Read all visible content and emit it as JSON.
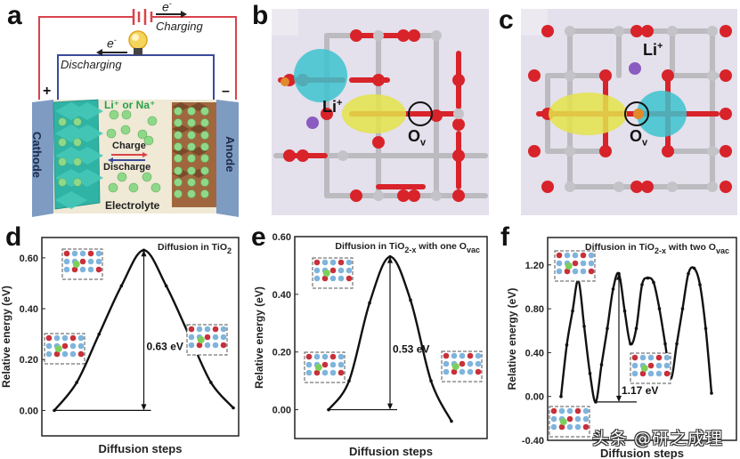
{
  "panels": {
    "a": {
      "label": "a",
      "charging_label": "Charging",
      "discharging_label": "Discharging",
      "electron": "e",
      "electron_sup": "-",
      "plus": "+",
      "minus": "–",
      "ion_label": "Li⁺ or Na⁺",
      "charge_label": "Charge",
      "discharge_label": "Discharge",
      "cathode_label": "Cathode",
      "anode_label": "Anode",
      "electrolyte_label": "Electrolyte",
      "colors": {
        "charging_wire": "#d9434b",
        "discharging_wire": "#3b4a9a",
        "cathode": "#2fb3a5",
        "anode": "#a0673e",
        "ion": "#8fd88a",
        "electrolyte_bg": "#efe9d6",
        "ion_text": "#2aa04a"
      }
    },
    "b": {
      "label": "b",
      "li_label": "Li",
      "li_sup": "+",
      "ov_label": "O",
      "ov_sub": "v"
    },
    "c": {
      "label": "c",
      "li_label": "Li",
      "li_sup": "+",
      "ov_label": "O",
      "ov_sub": "v"
    },
    "d": {
      "label": "d"
    },
    "e": {
      "label": "e"
    },
    "f": {
      "label": "f"
    }
  },
  "chart_data": [
    {
      "panel": "d",
      "type": "line",
      "title": "Diffusion in TiO2",
      "xlabel": "Diffusion steps",
      "ylabel": "Relative energy (eV)",
      "yticks": [
        "0.00",
        "0.20",
        "0.40",
        "0.60"
      ],
      "ylim": [
        -0.1,
        0.68
      ],
      "x": [
        0,
        1,
        2,
        3,
        4,
        5,
        6,
        7,
        8
      ],
      "values": [
        0.0,
        0.11,
        0.3,
        0.49,
        0.63,
        0.49,
        0.3,
        0.11,
        0.01
      ],
      "annotation": "0.63 eV",
      "barrier": 0.63
    },
    {
      "panel": "e",
      "type": "line",
      "title": "Diffusion in TiO2-x with one Ovac",
      "xlabel": "Diffusion steps",
      "ylabel": "Relative energy (eV)",
      "yticks": [
        "0.00",
        "0.20",
        "0.40",
        "0.60"
      ],
      "ylim": [
        -0.1,
        0.6
      ],
      "x": [
        0,
        1,
        2,
        3,
        4,
        5,
        6,
        7,
        8
      ],
      "values": [
        0.0,
        0.1,
        0.37,
        0.53,
        0.38,
        0.1,
        -0.04
      ],
      "annotation": "0.53 eV",
      "barrier": 0.53
    },
    {
      "panel": "f",
      "type": "line",
      "title": "Diffusion in TiO2-x with two Ovac",
      "xlabel": "Diffusion steps",
      "ylabel": "Relative energy (eV)",
      "yticks": [
        "-0.40",
        "0.00",
        "0.40",
        "0.80",
        "1.20"
      ],
      "ylim": [
        -0.4,
        1.45
      ],
      "x": [
        0,
        1,
        2,
        3,
        4,
        5,
        6,
        7,
        8,
        9,
        10,
        11,
        12,
        13,
        14,
        15,
        16,
        17,
        18,
        19,
        20,
        21,
        22,
        23,
        24,
        25,
        26,
        27,
        28,
        29,
        30
      ],
      "values": [
        0.0,
        0.47,
        0.78,
        1.06,
        0.64,
        0.21,
        -0.05,
        0.29,
        0.62,
        0.98,
        1.12,
        0.78,
        0.48,
        0.62,
        1.02,
        1.08,
        1.04,
        0.8,
        0.48,
        0.17,
        0.48,
        0.8,
        1.12,
        1.17,
        1.02,
        0.62,
        0.03
      ],
      "annotation": "1.17 eV",
      "barrier": 1.17
    }
  ],
  "watermark": "头条 @研之成理"
}
